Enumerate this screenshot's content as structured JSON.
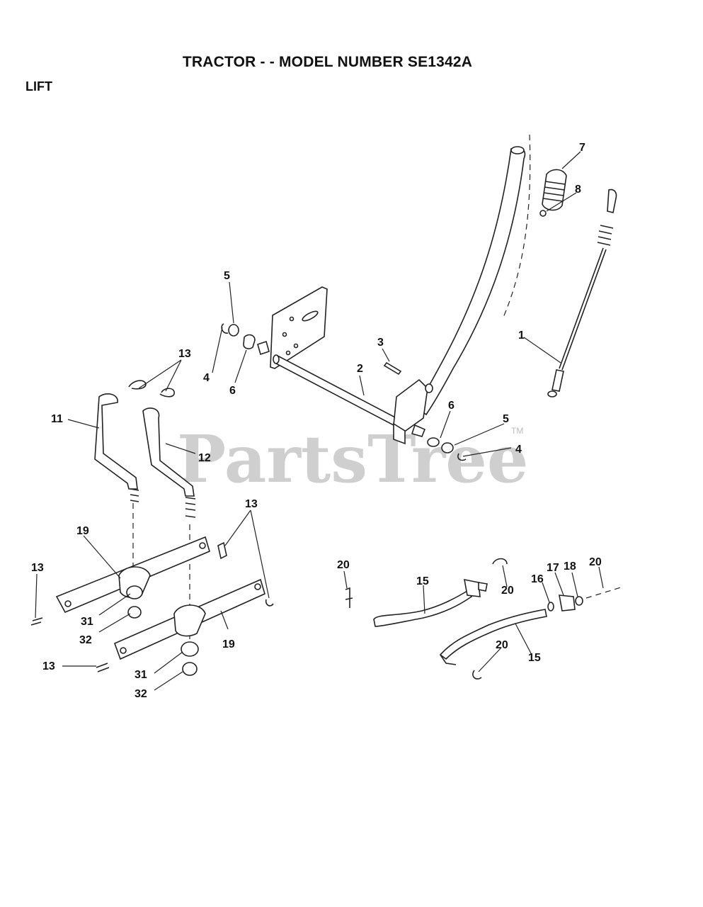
{
  "title": "TRACTOR - - MODEL NUMBER SE1342A",
  "section": "LIFT",
  "watermark": {
    "text": "PartsTree",
    "tm": "TM"
  },
  "callouts": {
    "c7": "7",
    "c8": "8",
    "c1": "1",
    "c5a": "5",
    "c4a": "4",
    "c6a": "6",
    "c3": "3",
    "c2": "2",
    "c6b": "6",
    "c5b": "5",
    "c4b": "4",
    "c13a": "13",
    "c11": "11",
    "c12": "12",
    "c13b": "13",
    "c19a": "19",
    "c13c": "13",
    "c31a": "31",
    "c32a": "32",
    "c19b": "19",
    "c13d": "13",
    "c31b": "31",
    "c32b": "32",
    "c20a": "20",
    "c15a": "15",
    "c20b": "20",
    "c16": "16",
    "c17": "17",
    "c18": "18",
    "c20c": "20",
    "c15b": "15",
    "c20d": "20"
  }
}
